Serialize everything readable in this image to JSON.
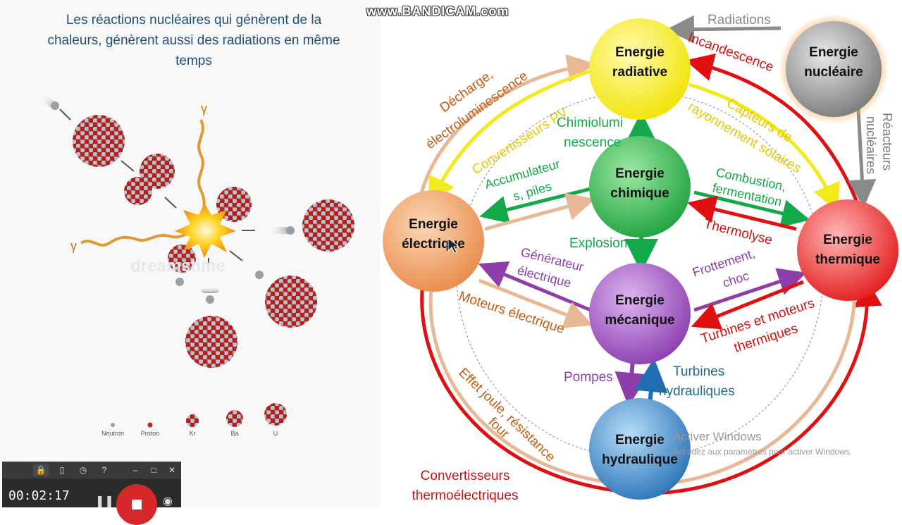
{
  "watermark": "www.BANDICAM.com",
  "fission": {
    "caption": "Les réactions nucléaires qui génèrent de la chaleurs, génèrent aussi des radiations en même temps",
    "gamma": "γ",
    "legend": [
      "Neutron",
      "Proton",
      "Kr",
      "Ba",
      "U"
    ],
    "stock_watermark": "dreamstime"
  },
  "nodes": {
    "radiative": [
      "Energie",
      "radiative"
    ],
    "nucleaire": [
      "Energie",
      "nucléaire"
    ],
    "chimique": [
      "Energie",
      "chimique"
    ],
    "electrique": [
      "Energie",
      "électrique"
    ],
    "thermique": [
      "Energie",
      "thermique"
    ],
    "mecanique": [
      "Energie",
      "mécanique"
    ],
    "hydraulique": [
      "Energie",
      "hydraulique"
    ]
  },
  "labels": {
    "radiations": "Radiations",
    "incandescence": "Incandescence",
    "reacteurs": [
      "Réacteurs",
      "nucléaires"
    ],
    "decharge": [
      "Décharge,",
      "électroluminescence"
    ],
    "convertisseurs_pv": "Convertisseurs PV",
    "chimioluminescence": [
      "Chimiolumi",
      "nescence"
    ],
    "capteurs": [
      "Capteurs de",
      "rayonnement solaires"
    ],
    "accumulateurs": [
      "Accumulateur",
      "s, piles"
    ],
    "combustion": [
      "Combustion,",
      "fermentation"
    ],
    "thermolyse": "Thermolyse",
    "explosion": "Explosion",
    "generateur": [
      "Générateur",
      "électrique"
    ],
    "frottement": [
      "Frottement,",
      "choc"
    ],
    "moteurs_electrique": "Moteurs électrique",
    "turbines_moteurs": [
      "Turbines et moteurs",
      "thermiques"
    ],
    "pompes": "Pompes",
    "turbines_hydrauliques": [
      "Turbines",
      "hydrauliques"
    ],
    "effet_joule": [
      "Effet joule, résistance",
      "four"
    ],
    "convertisseurs_thermo": [
      "Convertisseurs",
      "thermoélectriques"
    ]
  },
  "windows_activation": {
    "title": "Activer Windows",
    "subtitle": "Accédez aux paramètres pour activer Windows."
  },
  "recorder": {
    "time": "00:02:17",
    "buttons": [
      "lock-icon",
      "folder-icon",
      "clock-icon",
      "help-icon",
      "minimize-icon",
      "maximize-icon",
      "close-icon"
    ]
  },
  "colors": {
    "chem_green": "#13a84a",
    "elec_tan": "#e8b896",
    "thermal_red": "#e01010",
    "mech_purple": "#8e3ea8",
    "yellow": "#f2ea1a",
    "gray": "#8a8a8a",
    "blue": "#1f6fb2",
    "text_orange": "#c65a12",
    "text_blue": "#1f6b8c"
  }
}
